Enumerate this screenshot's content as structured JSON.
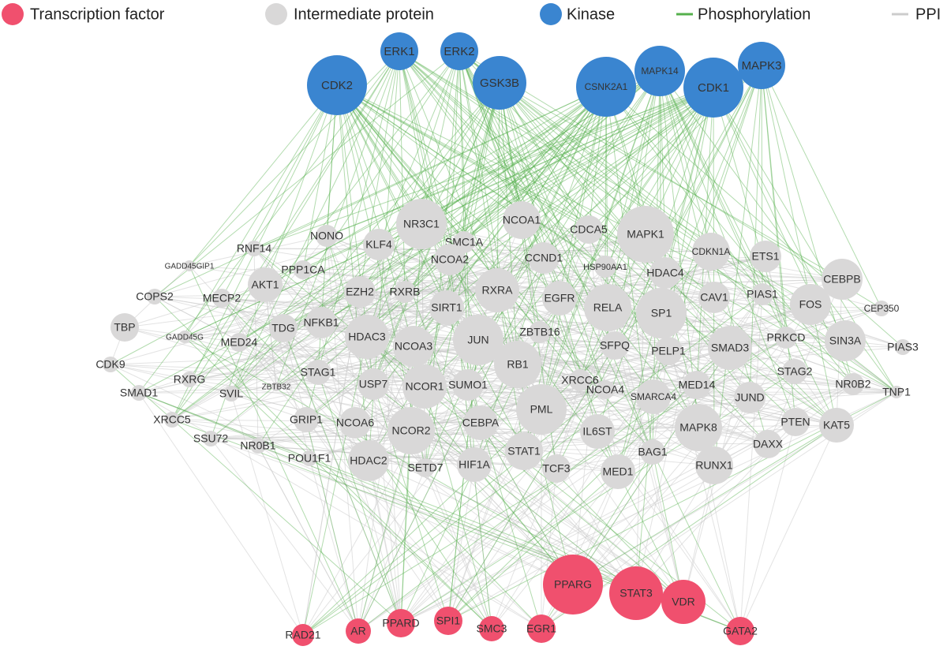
{
  "legend": [
    {
      "label": "Transcription factor",
      "kind": "tf"
    },
    {
      "label": "Intermediate protein",
      "kind": "inter"
    },
    {
      "label": "Kinase",
      "kind": "kinase"
    },
    {
      "label": "Phosphorylation",
      "kind": "phos"
    },
    {
      "label": "PPI",
      "kind": "ppi"
    }
  ],
  "colors": {
    "kinase": "#3a85d0",
    "intermediate": "#d9d8d8",
    "tf": "#f0506e",
    "phosphorylation": "#55b04c",
    "ppi": "#cccccc"
  },
  "kinases": [
    "ERK1",
    "ERK2",
    "CDK2",
    "GSK3B",
    "CSNK2A1",
    "MAPK14",
    "CDK1",
    "MAPK3"
  ],
  "intermediates": [
    "NR3C1",
    "NCOA1",
    "CDCA5",
    "MAPK1",
    "NONO",
    "RNF14",
    "KLF4",
    "SMC1A",
    "NCOA2",
    "CCND1",
    "CDKN1A",
    "ETS1",
    "GADD45GIP1",
    "PPP1CA",
    "HSP90AA1",
    "HDAC4",
    "AKT1",
    "MECP2",
    "COPS2",
    "EZH2",
    "RXRB",
    "RXRA",
    "SIRT1",
    "EGFR",
    "RELA",
    "SP1",
    "CAV1",
    "PIAS1",
    "CEBPB",
    "FOS",
    "CEP350",
    "TBP",
    "GADD45G",
    "MED24",
    "TDG",
    "NFKB1",
    "HDAC3",
    "NCOA3",
    "JUN",
    "ZBTB16",
    "SFPQ",
    "PELP1",
    "SMAD3",
    "PRKCD",
    "SIN3A",
    "PIAS3",
    "CDK9",
    "RXRG",
    "STAG1",
    "RB1",
    "XRCC6",
    "STAG2",
    "SMAD1",
    "SVIL",
    "ZBTB32",
    "USP7",
    "NCOR1",
    "SUMO1",
    "NCOA4",
    "MED14",
    "JUND",
    "NR0B2",
    "TNP1",
    "XRCC5",
    "GRIP1",
    "NCOA6",
    "PML",
    "SMARCA4",
    "SSU72",
    "NR0B1",
    "NCOR2",
    "CEBPA",
    "IL6ST",
    "MAPK8",
    "PTEN",
    "KAT5",
    "DAXX",
    "POU1F1",
    "HDAC2",
    "SETD7",
    "HIF1A",
    "STAT1",
    "TCF3",
    "MED1",
    "BAG1",
    "RUNX1"
  ],
  "tfs": [
    "RAD21",
    "AR",
    "PPARD",
    "SPI1",
    "SMC3",
    "EGR1",
    "PPARG",
    "STAT3",
    "VDR",
    "GATA2"
  ]
}
